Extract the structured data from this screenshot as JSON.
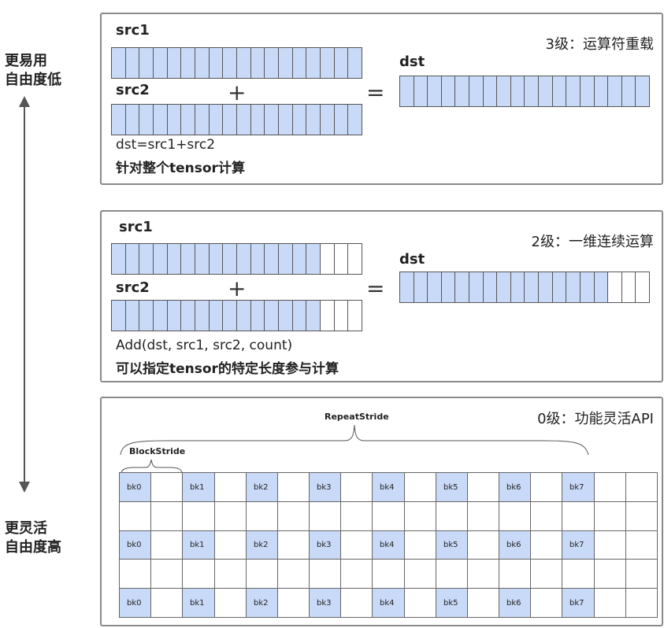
{
  "side": {
    "top_line1": "更易用",
    "top_line2": "自由度低",
    "bottom_line1": "更灵活",
    "bottom_line2": "自由度高"
  },
  "panel3": {
    "level": "3级：运算符重载",
    "src1": "src1",
    "src2": "src2",
    "dst": "dst",
    "plus": "+",
    "equals": "=",
    "code": "dst=src1+src2",
    "desc": "针对整个tensor计算",
    "cells_filled": 18,
    "cells_total": 18
  },
  "panel2": {
    "level": "2级：一维连续运算",
    "src1": "src1",
    "src2": "src2",
    "dst": "dst",
    "plus": "+",
    "equals": "=",
    "code": "Add(dst, src1, src2, count)",
    "desc": "可以指定tensor的特定长度参与计算",
    "cells_filled": 15,
    "cells_total": 18
  },
  "panel0": {
    "level": "0级：功能灵活API",
    "repeat_stride": "RepeatStride",
    "block_stride": "BlockStride",
    "blocks": [
      "bk0",
      "bk1",
      "bk2",
      "bk3",
      "bk4",
      "bk5",
      "bk6",
      "bk7"
    ],
    "rows": 5,
    "cols": 17,
    "filled_rows": [
      0,
      2,
      4
    ]
  },
  "colors": {
    "fill": "#c9daf8",
    "border": "#555555",
    "arrow": "#555555"
  }
}
